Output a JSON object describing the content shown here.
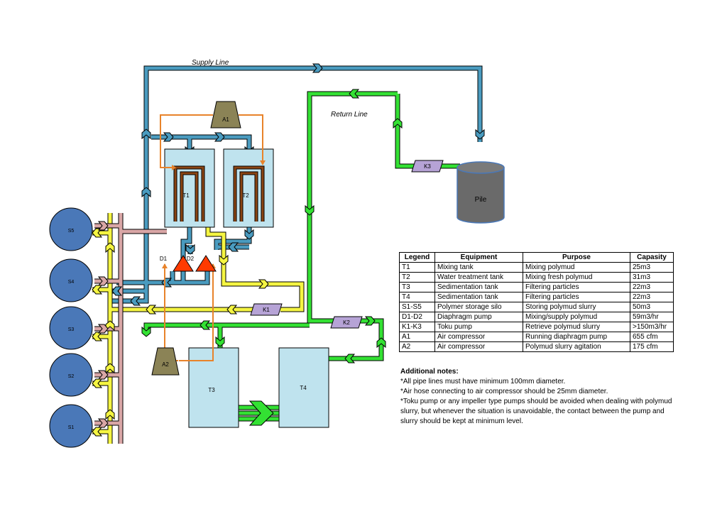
{
  "labels": {
    "supply_line": "Supply Line",
    "return_line": "Return Line",
    "pile": "Pile",
    "t1": "T1",
    "t2": "T2",
    "t3": "T3",
    "t4": "T4",
    "a1": "A1",
    "a2": "A2",
    "d1": "D1",
    "d2": "D2",
    "k1": "K1",
    "k2": "K2",
    "k3": "K3",
    "s1": "S1",
    "s2": "S2",
    "s3": "S3",
    "s4": "S4",
    "s5": "S5"
  },
  "colors": {
    "supply_pipe": "#4a9bbf",
    "return_pipe": "#33e133",
    "yellow_pipe": "#f5f542",
    "pink_pipe": "#d9a6a6",
    "air_hose": "#e8832a",
    "tank_fill": "#bfe3ee",
    "silo_fill": "#4a78b8",
    "compressor_fill": "#8b8356",
    "pump_k_fill": "#b6a3d6",
    "diaphragm_fill": "#ff3a00",
    "pile_fill": "#6a6a6a"
  },
  "legend": {
    "headers": [
      "Legend",
      "Equipment",
      "Purpose",
      "Capasity"
    ],
    "rows": [
      [
        "T1",
        "Mixing tank",
        "Mixing polymud",
        "25m3"
      ],
      [
        "T2",
        "Water treatment tank",
        "Mixing fresh polymud",
        "31m3"
      ],
      [
        "T3",
        "Sedimentation tank",
        "Filtering particles",
        "22m3"
      ],
      [
        "T4",
        "Sedimentation tank",
        "Filtering particles",
        "22m3"
      ],
      [
        "S1-S5",
        "Polymer storage silo",
        "Storing polymud slurry",
        "50m3"
      ],
      [
        "D1-D2",
        "Diaphragm pump",
        "Mixing/supply polymud",
        "59m3/hr"
      ],
      [
        "K1-K3",
        "Toku pump",
        "Retrieve polymud slurry",
        ">150m3/hr"
      ],
      [
        "A1",
        "Air compressor",
        "Running diaphragm pump",
        "655 cfm"
      ],
      [
        "A2",
        "Air compressor",
        "Polymud slurry agitation",
        "175 cfm"
      ]
    ]
  },
  "notes": {
    "title": "Additional notes:",
    "items": [
      "*All pipe lines must have minimum 100mm diameter.",
      "*Air hose connecting to air compressor should be 25mm diameter.",
      "*Toku pump or any impeller type pumps should be avoided when dealing with polymud slurry, but whenever the situation is unavoidable, the contact between the pump and slurry should be kept at minimum level."
    ]
  }
}
